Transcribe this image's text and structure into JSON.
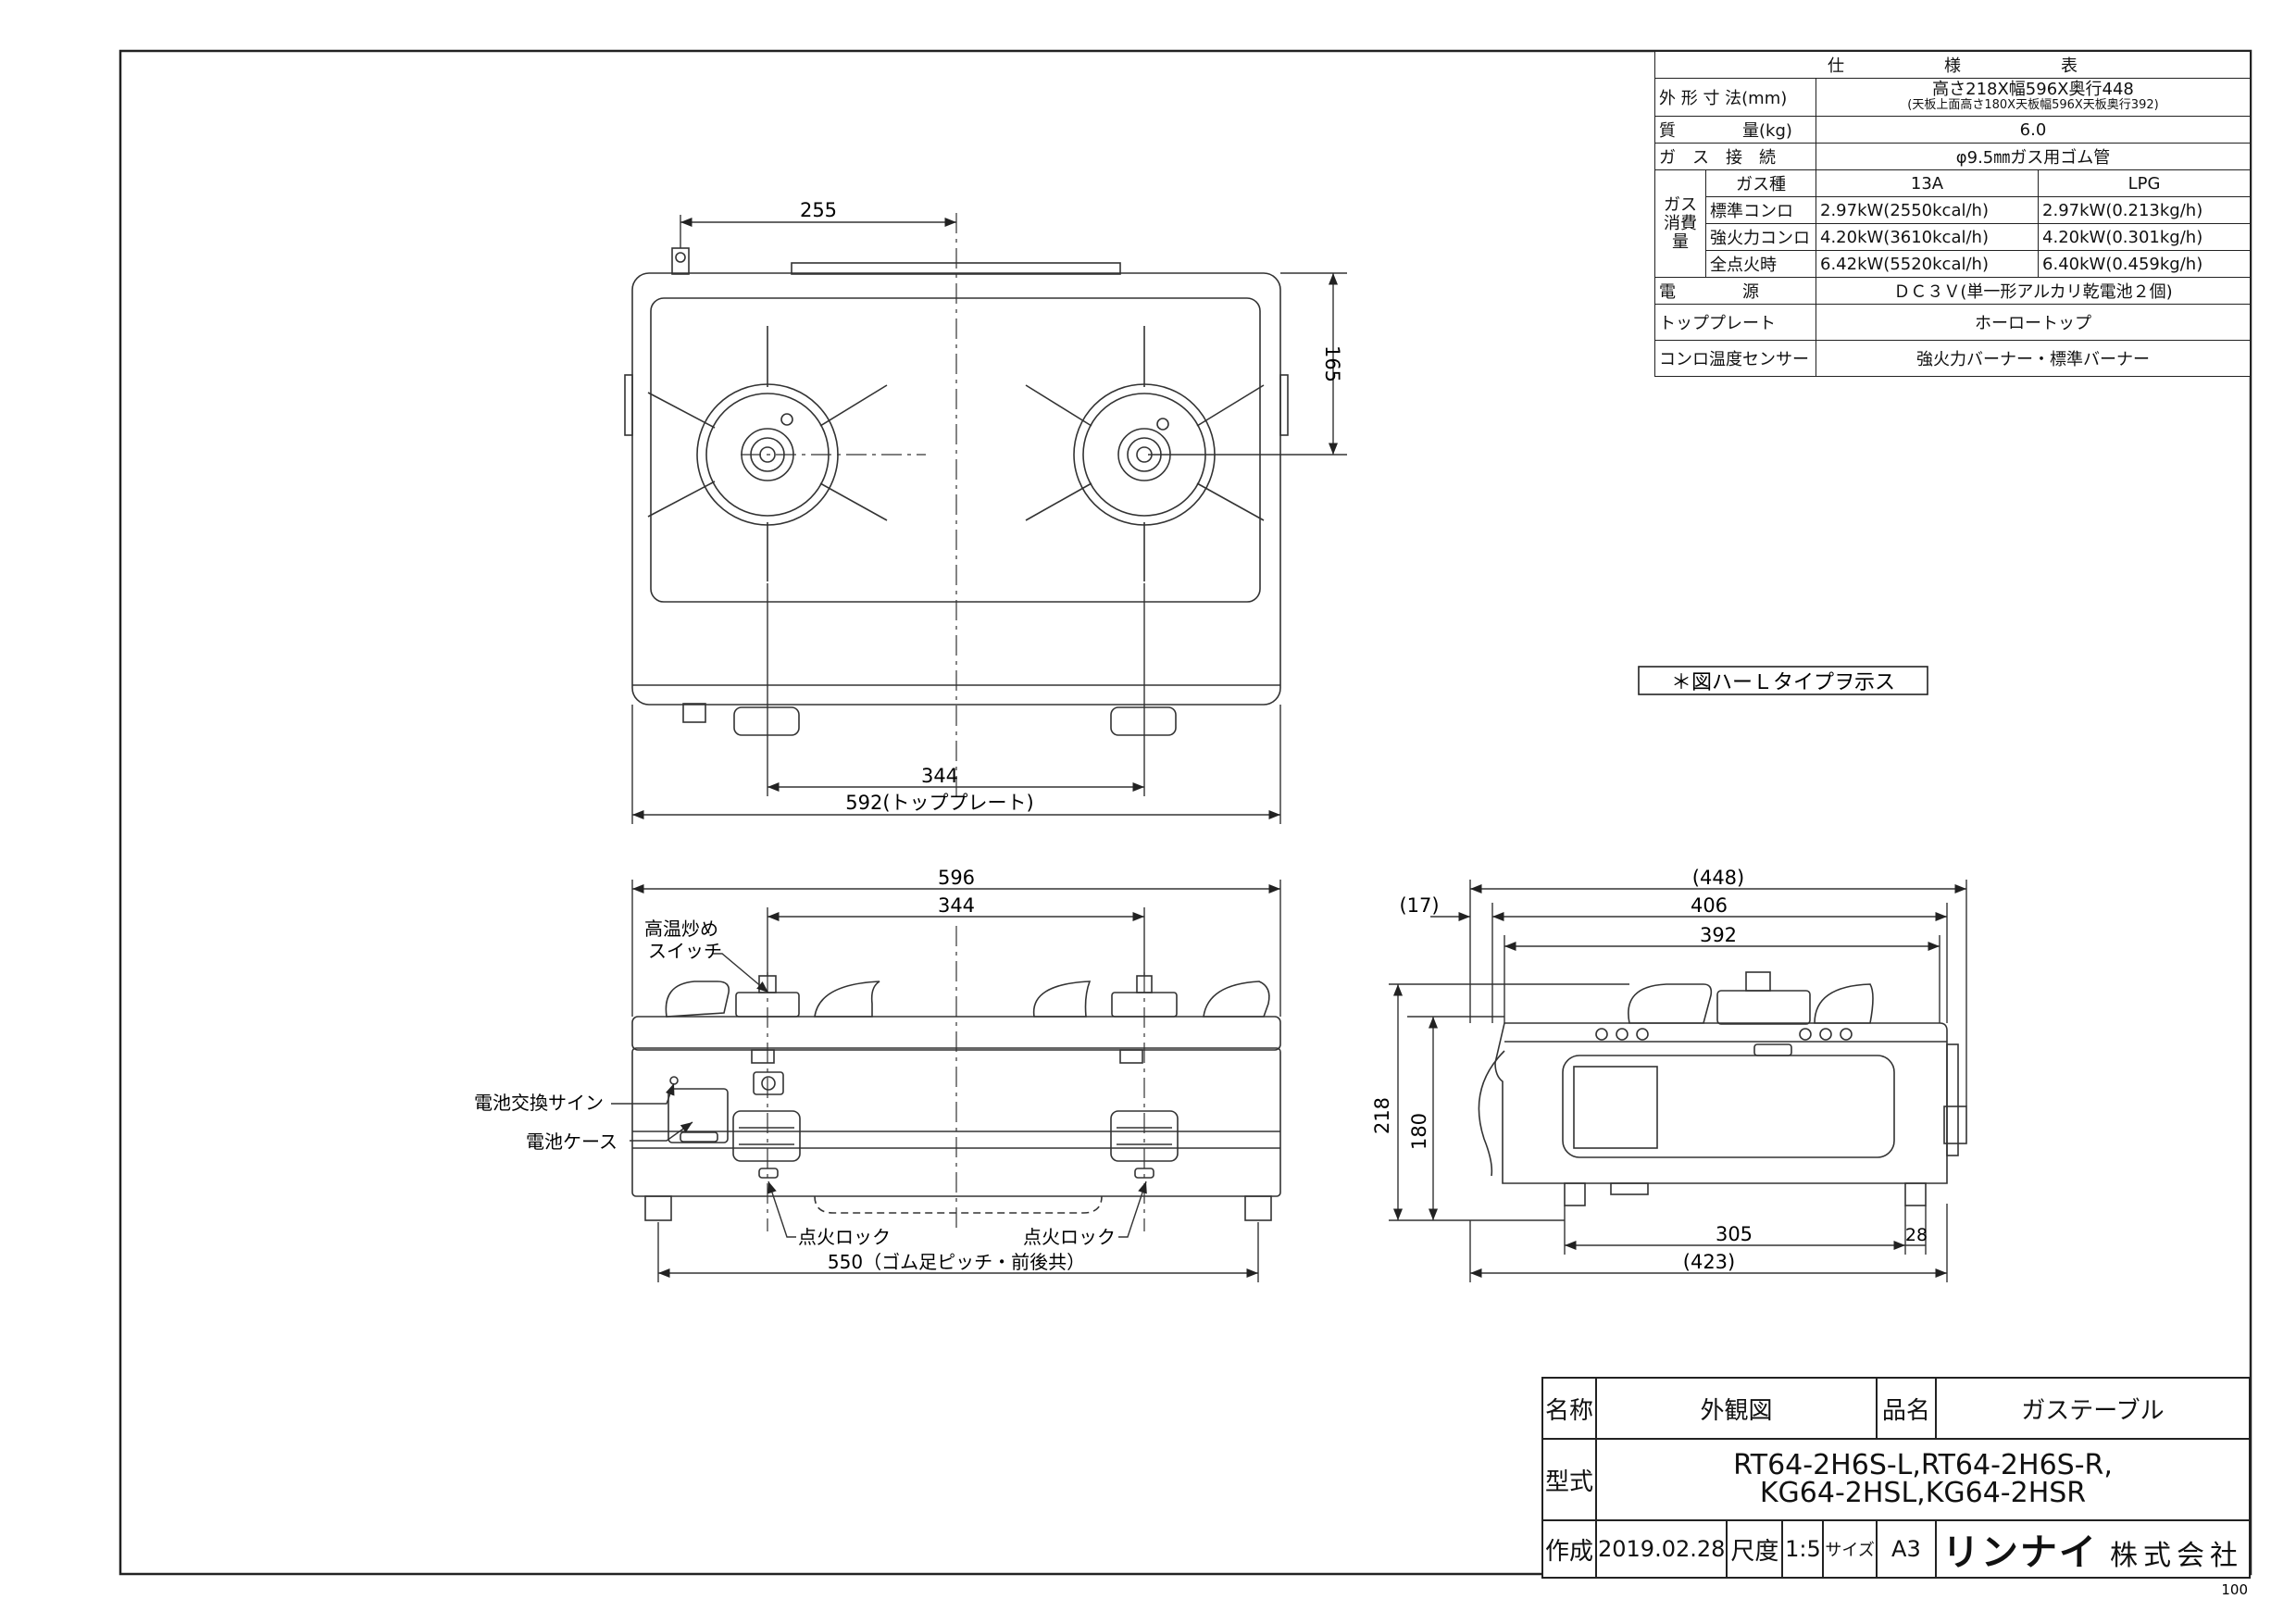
{
  "spec_table": {
    "header": "仕　　　　　　様　　　　　　表",
    "rows": {
      "size_label": "外 形 寸 法(mm)",
      "size_value": "高さ218X幅596X奥行448",
      "size_sub": "(天板上面高さ180X天板幅596X天板奥行392)",
      "mass_label": "質　　　　量(kg)",
      "mass_value": "6.0",
      "gas_conn_label": "ガ　ス　接　続",
      "gas_conn_value": "φ9.5㎜ガス用ゴム管",
      "consumption_label": "ガス消費量",
      "gas_type_label": "ガス種",
      "gas_13a": "13A",
      "gas_lpg": "LPG",
      "std_label": "標準コンロ",
      "std_13a": "2.97kW(2550kcal/h)",
      "std_lpg": "2.97kW(0.213kg/h)",
      "strong_label": "強火力コンロ",
      "strong_13a": "4.20kW(3610kcal/h)",
      "strong_lpg": "4.20kW(0.301kg/h)",
      "all_label": "全点火時",
      "all_13a": "6.42kW(5520kcal/h)",
      "all_lpg": "6.40kW(0.459kg/h)",
      "power_label": "電　　　　源",
      "power_value": "ＤＣ３Ｖ(単一形アルカリ乾電池２個)",
      "topplate_label": "トッププレート",
      "topplate_value": "ホーロートップ",
      "sensor_label": "コンロ温度センサー",
      "sensor_value": "強火力バーナー・標準バーナー"
    }
  },
  "note": "＊図ハーＬタイプヲ示ス",
  "top_view": {
    "dim_255": "255",
    "dim_165": "165",
    "dim_344": "344",
    "dim_592": "592(トッププレート)"
  },
  "front_view": {
    "dim_596": "596",
    "dim_344": "344",
    "dim_550": "550（ゴム足ピッチ・前後共）",
    "label_switch_1": "高温炒め",
    "label_switch_2": "スイッチ",
    "label_battery_sign": "電池交換サイン",
    "label_battery_case": "電池ケース",
    "label_lock_left": "点火ロック",
    "label_lock_right": "点火ロック"
  },
  "side_view": {
    "dim_448": "(448)",
    "dim_17": "(17)",
    "dim_406": "406",
    "dim_392": "392",
    "dim_218": "218",
    "dim_180": "180",
    "dim_305": "305",
    "dim_28": "28",
    "dim_423": "(423)"
  },
  "title_block": {
    "name_label": "名称",
    "name_value": "外観図",
    "product_label": "品名",
    "product_value": "ガステーブル",
    "model_label": "型式",
    "model_line1": "RT64-2H6S-L,RT64-2H6S-R,",
    "model_line2": "KG64-2HSL,KG64-2HSR",
    "date_label": "作成",
    "date_value": "2019.02.28",
    "scale_label": "尺度",
    "scale_value": "1:5",
    "size_label": "サイズ",
    "size_value": "A3",
    "company_brand": "リンナイ",
    "company_suffix": "株式会社"
  },
  "corner_mark": "100"
}
